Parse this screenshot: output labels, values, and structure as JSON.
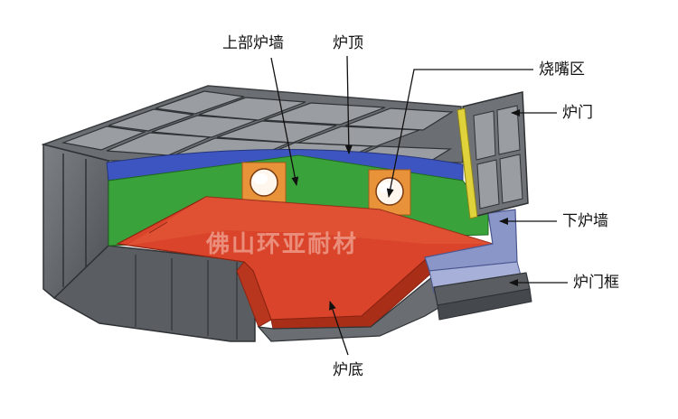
{
  "labels": {
    "upper_wall": "上部炉墙",
    "roof": "炉顶",
    "burner_zone": "烧嘴区",
    "door": "炉门",
    "lower_wall": "下炉墙",
    "door_frame": "炉门框",
    "hearth": "炉底"
  },
  "watermark": "佛山环亚耐材",
  "colors": {
    "steel": "#5f6367",
    "steel_light": "#8a8e92",
    "insulation": "#3d55c0",
    "refractory_green": "#3aa23a",
    "hearth_red": "#d9442a",
    "burner_orange": "#e8923a",
    "door_frame": "#8a96c8",
    "door_strip": "#e0d23a"
  }
}
